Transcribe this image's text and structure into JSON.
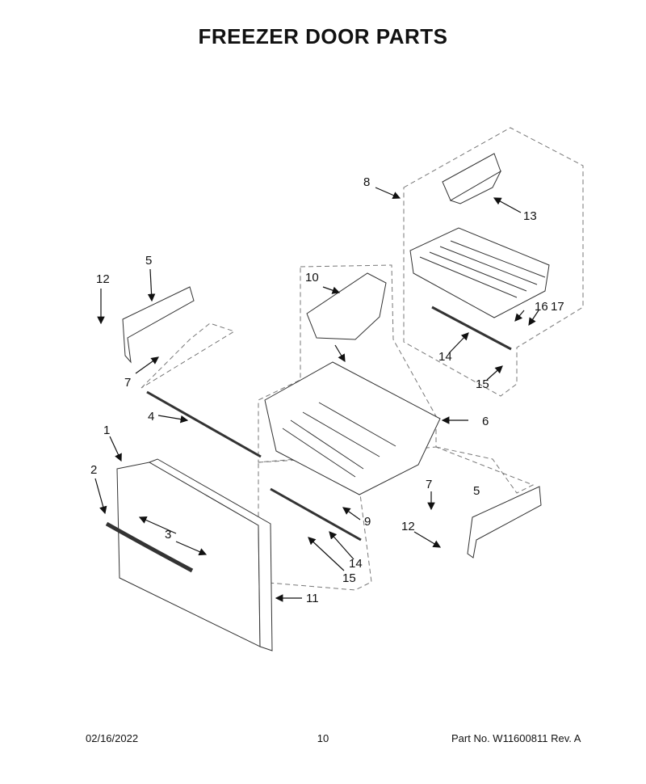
{
  "title": "FREEZER DOOR PARTS",
  "callouts": [
    "1",
    "2",
    "3",
    "4",
    "5",
    "5",
    "6",
    "7",
    "7",
    "8",
    "10",
    "11",
    "12",
    "12",
    "13",
    "14",
    "14",
    "15",
    "15",
    "16",
    "17",
    "9"
  ],
  "footer": {
    "date": "02/16/2022",
    "page": "10",
    "part": "Part No.  W11600811  Rev.  A"
  }
}
